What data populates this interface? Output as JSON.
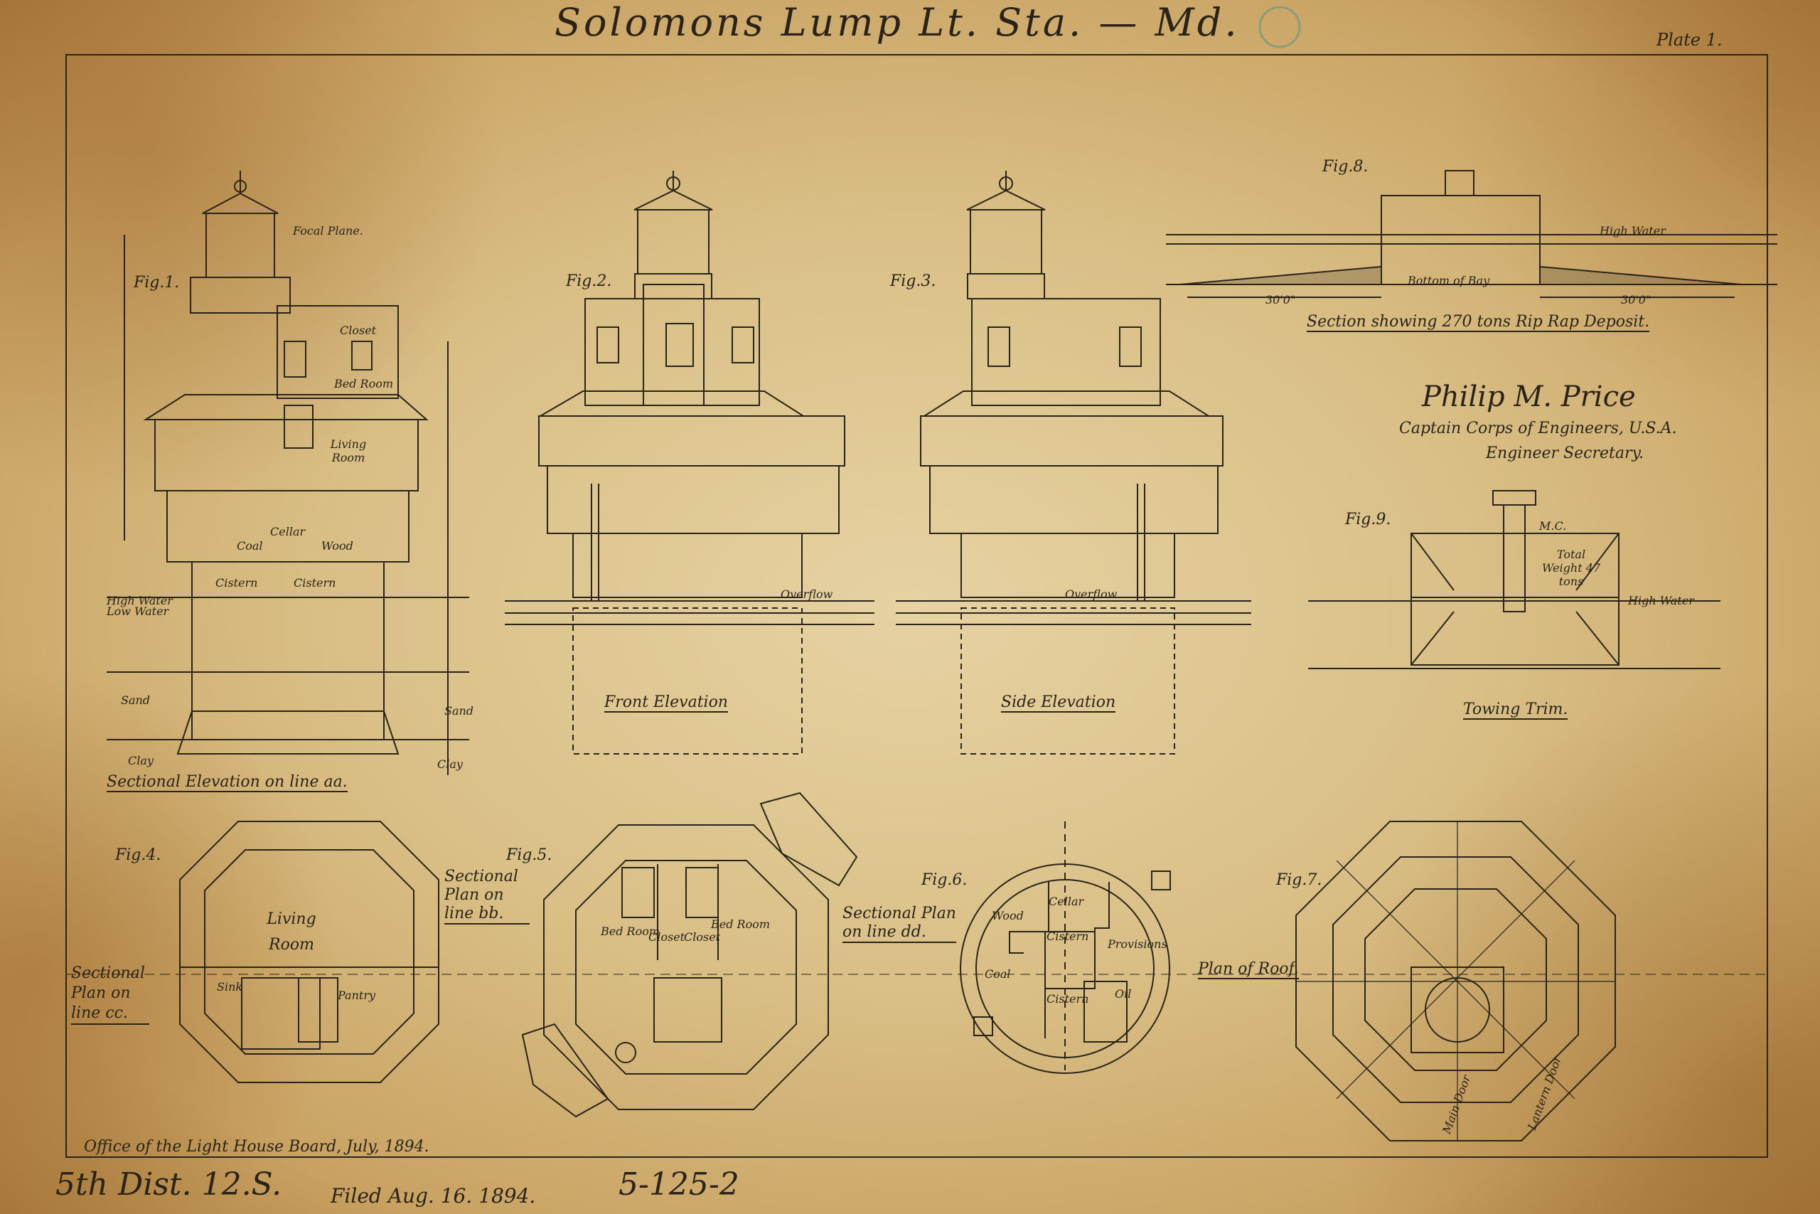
{
  "title": "Solomons Lump Lt. Sta. — Md.",
  "plate": "Plate 1.",
  "figures": {
    "fig1": {
      "number": "Fig.1.",
      "caption": "Sectional Elevation on line aa.",
      "labels": [
        "Focal Plane.",
        "Closet",
        "Bed Room",
        "Living Room",
        "Cellar",
        "Coal",
        "Wood",
        "Cistern",
        "Cistern",
        "High Water",
        "Low Water",
        "Sand",
        "Sand",
        "Clay",
        "Clay"
      ]
    },
    "fig2": {
      "number": "Fig.2.",
      "caption": "Front Elevation",
      "labels": [
        "Overflow"
      ]
    },
    "fig3": {
      "number": "Fig.3.",
      "caption": "Side Elevation",
      "labels": [
        "Overflow"
      ]
    },
    "fig4": {
      "number": "Fig.4.",
      "caption": "Sectional Plan on line cc.",
      "labels": [
        "Living Room",
        "Sink",
        "Pantry"
      ]
    },
    "fig5": {
      "number": "Fig.5.",
      "caption": "Sectional Plan on line bb.",
      "labels": [
        "Bed Room",
        "Bed Room",
        "Closet",
        "Closet"
      ]
    },
    "fig6": {
      "number": "Fig.6.",
      "caption": "Sectional Plan on line dd.",
      "labels": [
        "Cellar",
        "Wood",
        "Cistern",
        "Provisions",
        "Coal",
        "Cistern",
        "Oil"
      ]
    },
    "fig7": {
      "number": "Fig.7.",
      "caption": "Plan of Roof.",
      "labels": [
        "Main Door",
        "Lantern Door"
      ]
    },
    "fig8": {
      "number": "Fig.8.",
      "caption": "Section showing 270 tons Rip Rap Deposit.",
      "labels": [
        "High Water",
        "Bottom of Bay",
        "30'0\"",
        "30'0\""
      ]
    },
    "fig9": {
      "number": "Fig.9.",
      "caption": "Towing Trim.",
      "labels": [
        "Total Weight 47 tons",
        "High Water",
        "M.C."
      ]
    }
  },
  "signature": "Philip M. Price",
  "signature_title_1": "Captain Corps of Engineers, U.S.A.",
  "signature_title_2": "Engineer Secretary.",
  "office": "Office of the Light House Board, July, 1894.",
  "district": "5th Dist. 12.S.",
  "filed": "Filed Aug. 16. 1894.",
  "file_number": "5-125-2",
  "colors": {
    "ink": "#2a2418",
    "paper": "#dcc48e"
  }
}
